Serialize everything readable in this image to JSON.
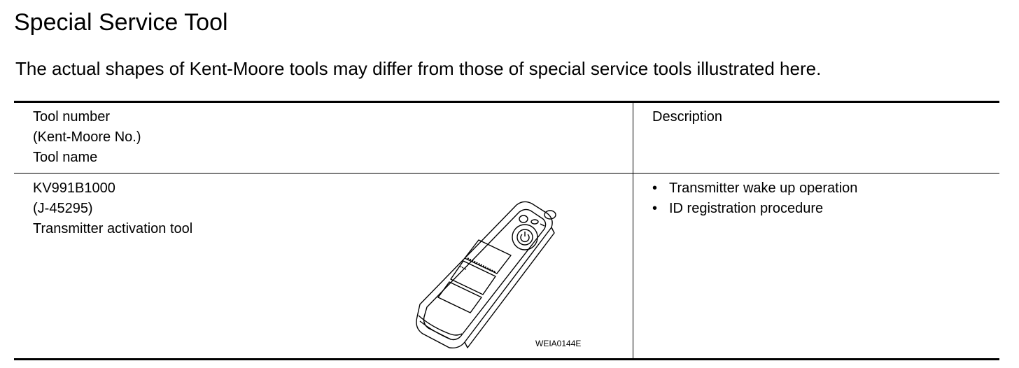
{
  "title": "Special Service Tool",
  "intro": "The actual shapes of Kent-Moore tools may differ from those of special service tools illustrated here.",
  "table": {
    "header": {
      "left_lines": [
        "Tool number",
        "(Kent-Moore No.)",
        "Tool name"
      ],
      "right": "Description"
    },
    "rows": [
      {
        "tool_number": "KV991B1000",
        "kent_moore_no": "(J-45295)",
        "tool_name": "Transmitter activation tool",
        "description": [
          "Transmitter wake up operation",
          "ID registration procedure"
        ],
        "figure_code": "WEIA0144E"
      }
    ]
  },
  "bullet_char": "•",
  "icons": [
    "transmitter-activation-tool-illustration"
  ]
}
